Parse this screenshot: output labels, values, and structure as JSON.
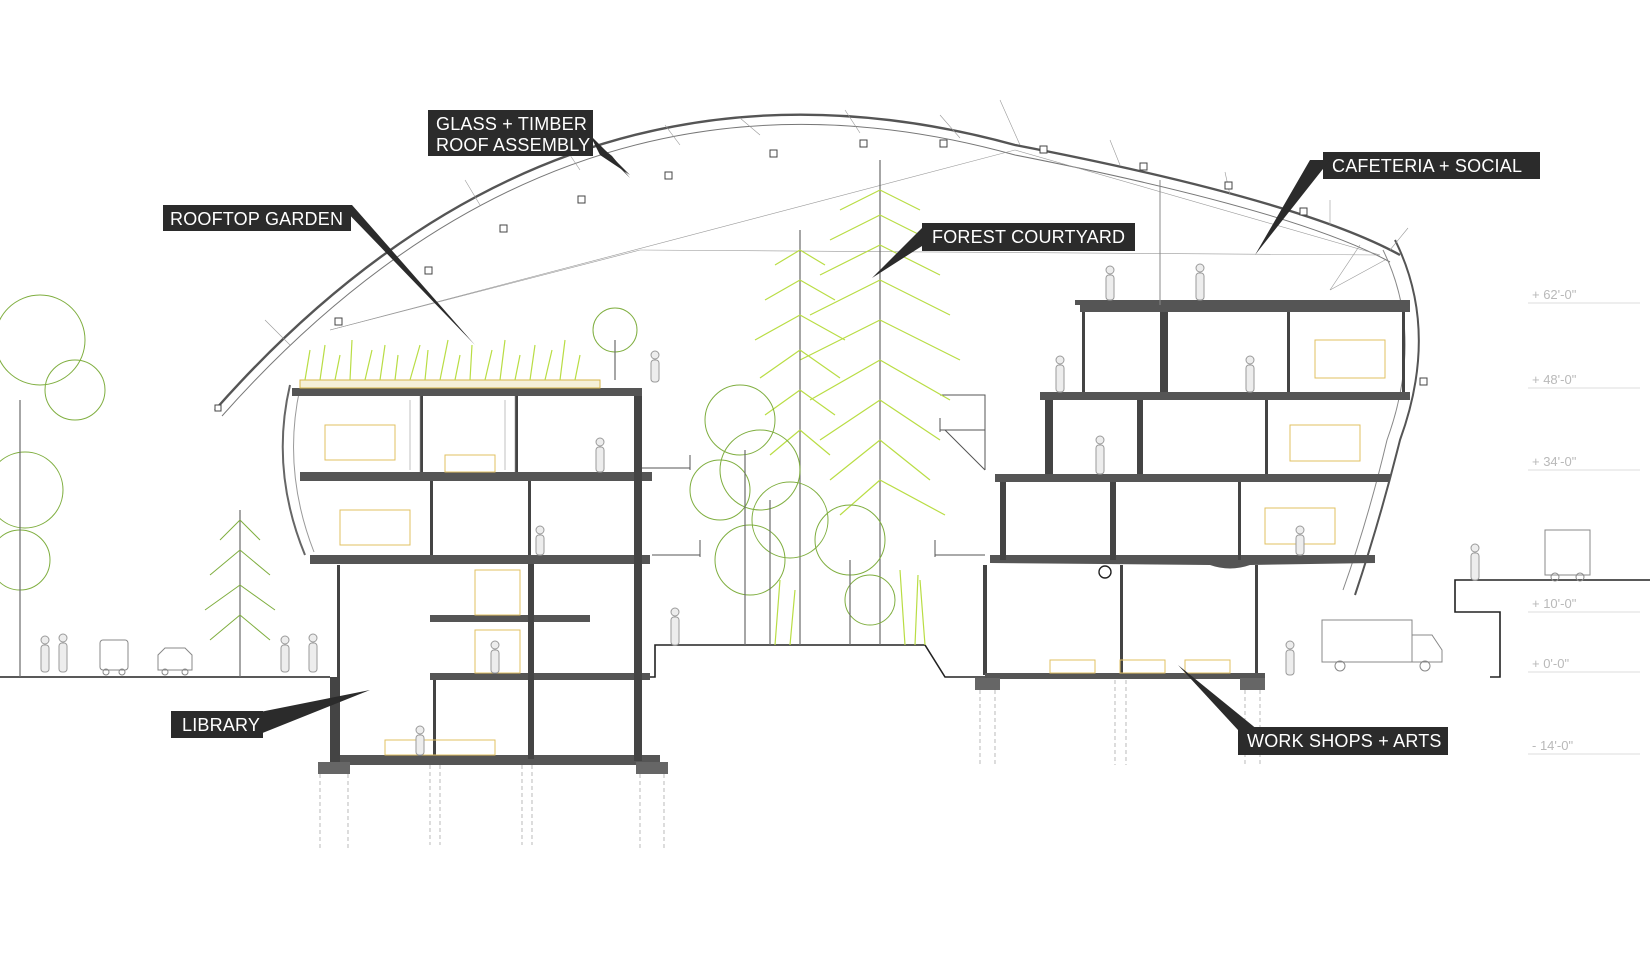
{
  "callouts": [
    {
      "id": "roof",
      "lines": [
        "GLASS + TIMBER",
        "ROOF ASSEMBLY"
      ]
    },
    {
      "id": "garden",
      "lines": [
        "ROOFTOP GARDEN"
      ]
    },
    {
      "id": "courtyard",
      "lines": [
        "FOREST COURTYARD"
      ]
    },
    {
      "id": "cafeteria",
      "lines": [
        "CAFETERIA + SOCIAL"
      ]
    },
    {
      "id": "library",
      "lines": [
        "LIBRARY"
      ]
    },
    {
      "id": "workshops",
      "lines": [
        "WORK SHOPS + ARTS"
      ]
    }
  ],
  "levels": [
    {
      "label": "+ 62'-0\""
    },
    {
      "label": "+ 48'-0\""
    },
    {
      "label": "+ 34'-0\""
    },
    {
      "label": "+ 10'-0\""
    },
    {
      "label": "+ 0'-0\""
    },
    {
      "label": "- 14'-0\""
    }
  ],
  "colors": {
    "callout_fill": "#2b2b2b",
    "callout_text": "#ffffff",
    "tree_green": "#7fae3f",
    "tree_lime": "#b9dd44",
    "level_text": "#b9b9b9"
  }
}
